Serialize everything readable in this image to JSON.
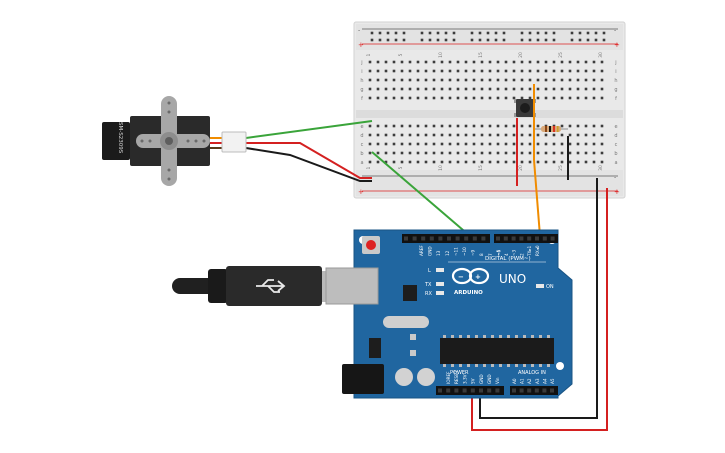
{
  "servo": {
    "label": "SM-S2309S"
  },
  "arduino": {
    "brand": "ARDUINO",
    "model": "UNO",
    "digital_label": "DIGITAL (PWM~)",
    "power_label": "POWER",
    "analog_label": "ANALOG IN",
    "led_l": "L",
    "led_tx": "TX",
    "led_rx": "RX",
    "on_label": "ON",
    "aref": "AREF",
    "gnd": "GND",
    "digital_pins": [
      "13",
      "12",
      "~11",
      "~10",
      "~9",
      "8",
      "7",
      "~6",
      "~5",
      "4",
      "~3",
      "2",
      "TX▸1",
      "RX◂0"
    ],
    "power_pins": [
      "IOREF",
      "RESET",
      "3.3V",
      "5V",
      "GND",
      "GND",
      "Vin"
    ],
    "analog_pins": [
      "A0",
      "A1",
      "A2",
      "A3",
      "A4",
      "A5"
    ]
  },
  "breadboard": {
    "col_numbers": [
      "1",
      "5",
      "10",
      "15",
      "20",
      "25",
      "30"
    ],
    "row_letters_top": [
      "j",
      "i",
      "h",
      "g",
      "f"
    ],
    "row_letters_bottom": [
      "e",
      "d",
      "c",
      "b",
      "a"
    ],
    "rail_plus": "+",
    "rail_minus": "-"
  },
  "wire_colors": {
    "signal": "#3aa43a",
    "power": "#d42020",
    "ground": "#1a1a1a",
    "button_signal": "#f08c00"
  }
}
